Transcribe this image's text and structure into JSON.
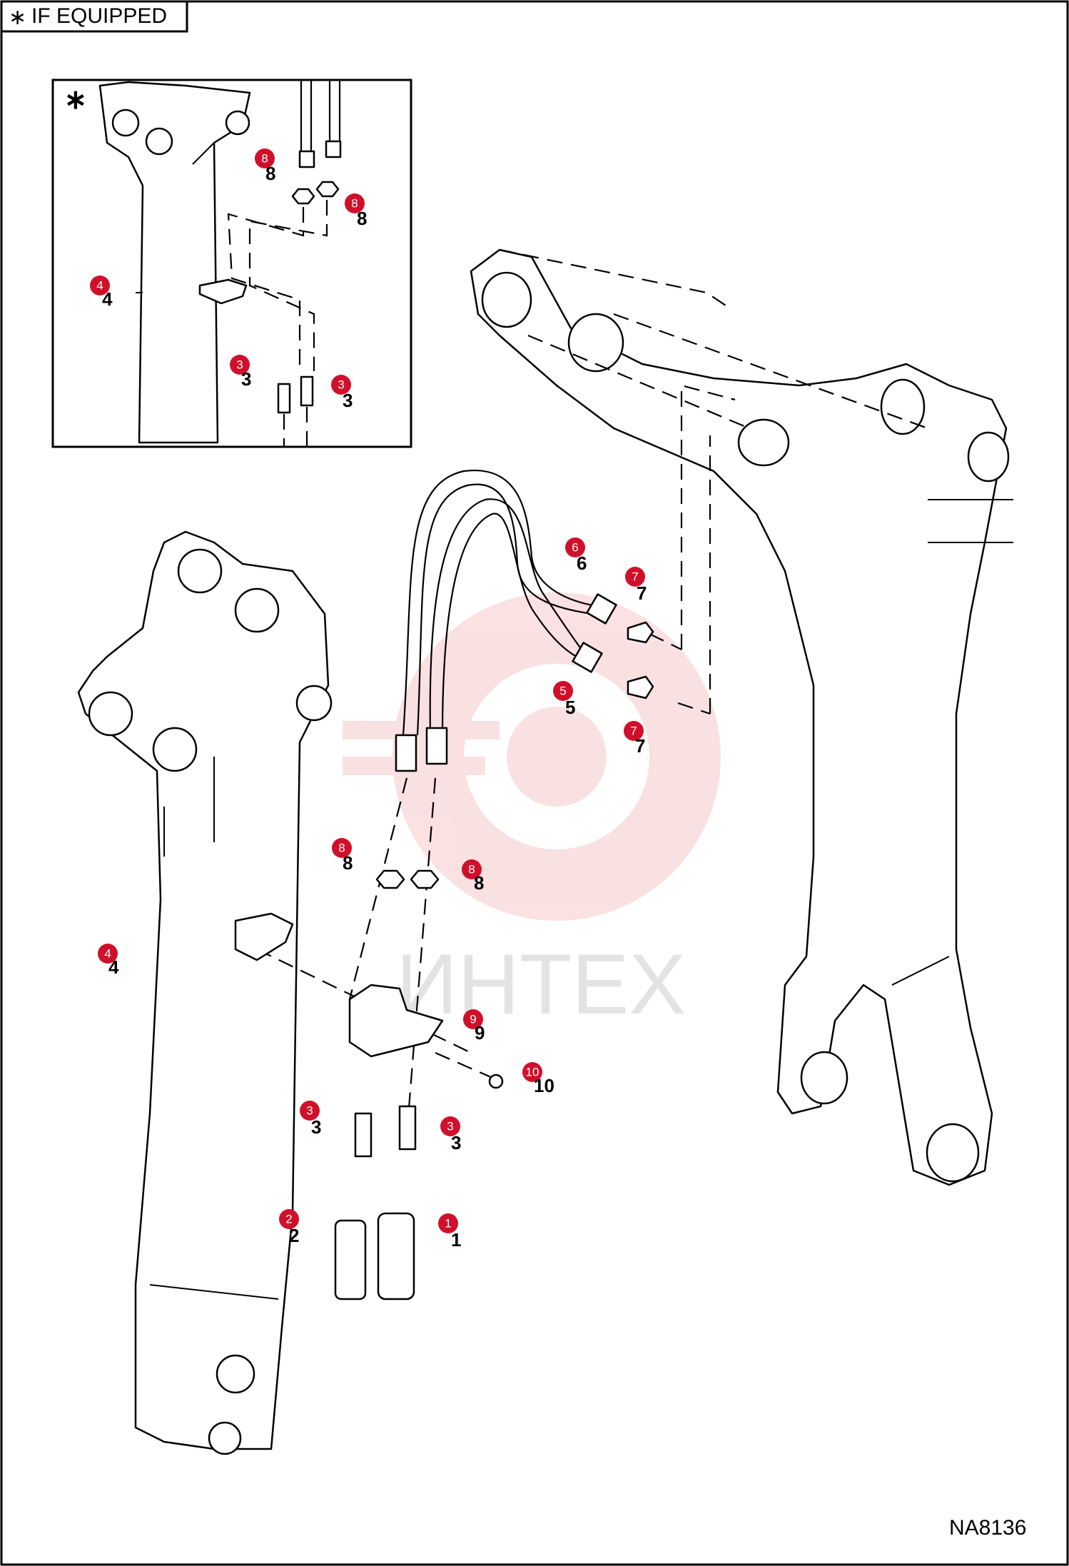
{
  "header": {
    "tag_text": "IF EQUIPPED",
    "tag_symbol": "∗"
  },
  "inset": {
    "marker": "∗",
    "callouts": [
      "8",
      "8",
      "4",
      "3",
      "3"
    ],
    "refs": [
      "8",
      "8",
      "4",
      "3",
      "3"
    ]
  },
  "main": {
    "callouts": [
      "1",
      "2",
      "3",
      "3",
      "4",
      "5",
      "6",
      "7",
      "7",
      "8",
      "8",
      "9",
      "10"
    ],
    "refs": [
      "1",
      "2",
      "3",
      "3",
      "4",
      "5",
      "6",
      "7",
      "7",
      "8",
      "8",
      "9",
      "10"
    ]
  },
  "watermark": {
    "text": "ИНТЕХ"
  },
  "figure_code": "NA8136",
  "colors": {
    "callout": "#d0102a",
    "line": "#000000",
    "watermark": "#f7c9c9"
  }
}
